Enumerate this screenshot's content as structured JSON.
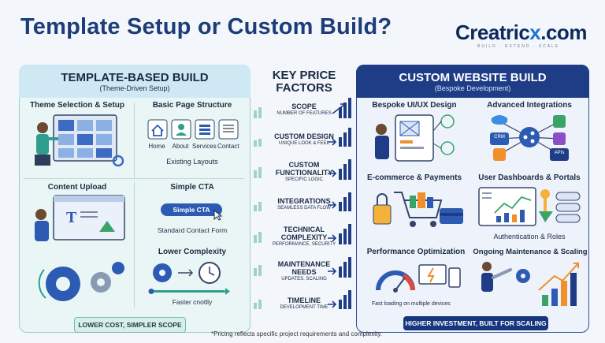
{
  "header": {
    "title": "Template Setup or Custom Build?",
    "logo_main": "Creatric",
    "logo_x": "x",
    "logo_dom": ".com",
    "logo_tag": "BUILD · EXTEND · SCALE"
  },
  "left": {
    "title": "TEMPLATE-BASED BUILD",
    "subtitle": "(Theme-Driven Setup)",
    "cards": {
      "theme": "Theme Selection & Setup",
      "page_structure": "Basic Page Structure",
      "pages": [
        "Home",
        "About",
        "Services",
        "Contact"
      ],
      "existing_layouts": "Existing Layouts",
      "content_upload": "Content Upload",
      "simple_cta": "Simple CTA",
      "cta_button": "Simple CTA",
      "contact_form": "Standard Contact Form",
      "lower_complexity": "Lower Complexity",
      "faster": "Faster cnotlly"
    },
    "footer_button": "LOWER COST, SIMPLER SCOPE"
  },
  "middle": {
    "title_line1": "KEY PRICE",
    "title_line2": "FACTORS",
    "factors": [
      {
        "name": "SCOPE",
        "sub": "NUMBER OF FEATURES"
      },
      {
        "name": "CUSTOM DESIGN",
        "sub": "UNIQUE LOOK & FEEL"
      },
      {
        "name": "CUSTOM",
        "name2": "FUNCTIONALITY",
        "sub": "SPECIFIC LOGIC"
      },
      {
        "name": "INTEGRATIONS",
        "sub": "SEAMLESS DATA FLOW"
      },
      {
        "name": "TECHNICAL",
        "name2": "COMPLEXITY",
        "sub": "PERFORMANCE, SECURITY"
      },
      {
        "name": "MAINTENANCE",
        "name2": "NEEDS",
        "sub": "UPDATES, SCALING"
      },
      {
        "name": "TIMELINE",
        "sub": "DEVELOPMENT TIME"
      }
    ]
  },
  "right": {
    "title": "CUSTOM WEBSITE BUILD",
    "subtitle": "(Bespoke Development)",
    "cards": {
      "uiux": "Bespoke UI/UX Design",
      "integrations": "Advanced Integrations",
      "crm": "CRM",
      "apis": "APIs",
      "ecommerce": "E-commerce & Payments",
      "dashboards": "User Dashboards & Portals",
      "auth": "Authentication & Roles",
      "performance": "Performance Optimization",
      "fast_loading": "Fast loading on multiple devices",
      "maintenance": "Ongoing Maintenance & Scaling"
    },
    "footer_button": "HIGHER INVESTMENT, BUILT FOR SCALING"
  },
  "footnote": "*Pricing reflects specific project requirements and complexity.",
  "colors": {
    "navy": "#1e3d86",
    "teal": "#9ccfc9",
    "accent_blue": "#2d5bb3",
    "orange": "#f0902a",
    "green": "#3aa36a"
  }
}
